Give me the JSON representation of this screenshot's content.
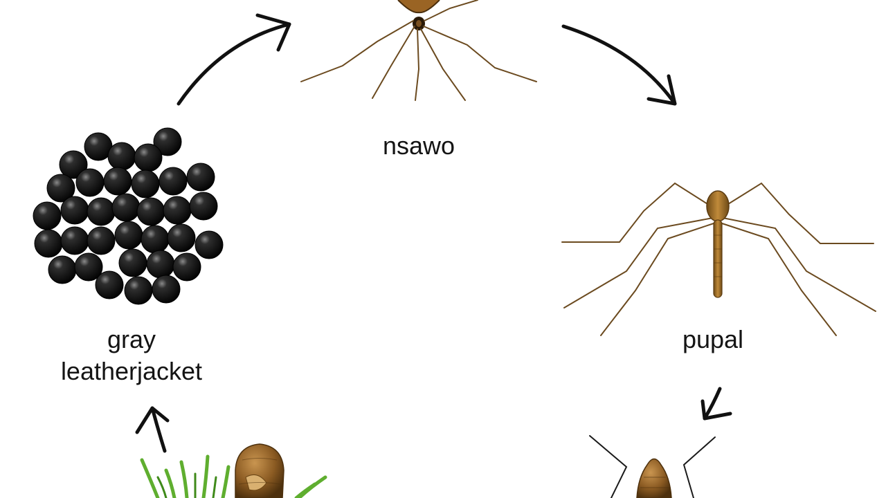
{
  "diagram": {
    "stages": [
      {
        "id": "top",
        "label": "nsawo"
      },
      {
        "id": "left",
        "label_lines": [
          "gray",
          "leatherjacket"
        ]
      },
      {
        "id": "right",
        "label": "pupal"
      }
    ],
    "colors": {
      "arrow": "#111111",
      "egg": "#1a1a1a",
      "leg": "#6b4a1f",
      "body": "#a5702a",
      "grass": "#5fae2f"
    }
  }
}
